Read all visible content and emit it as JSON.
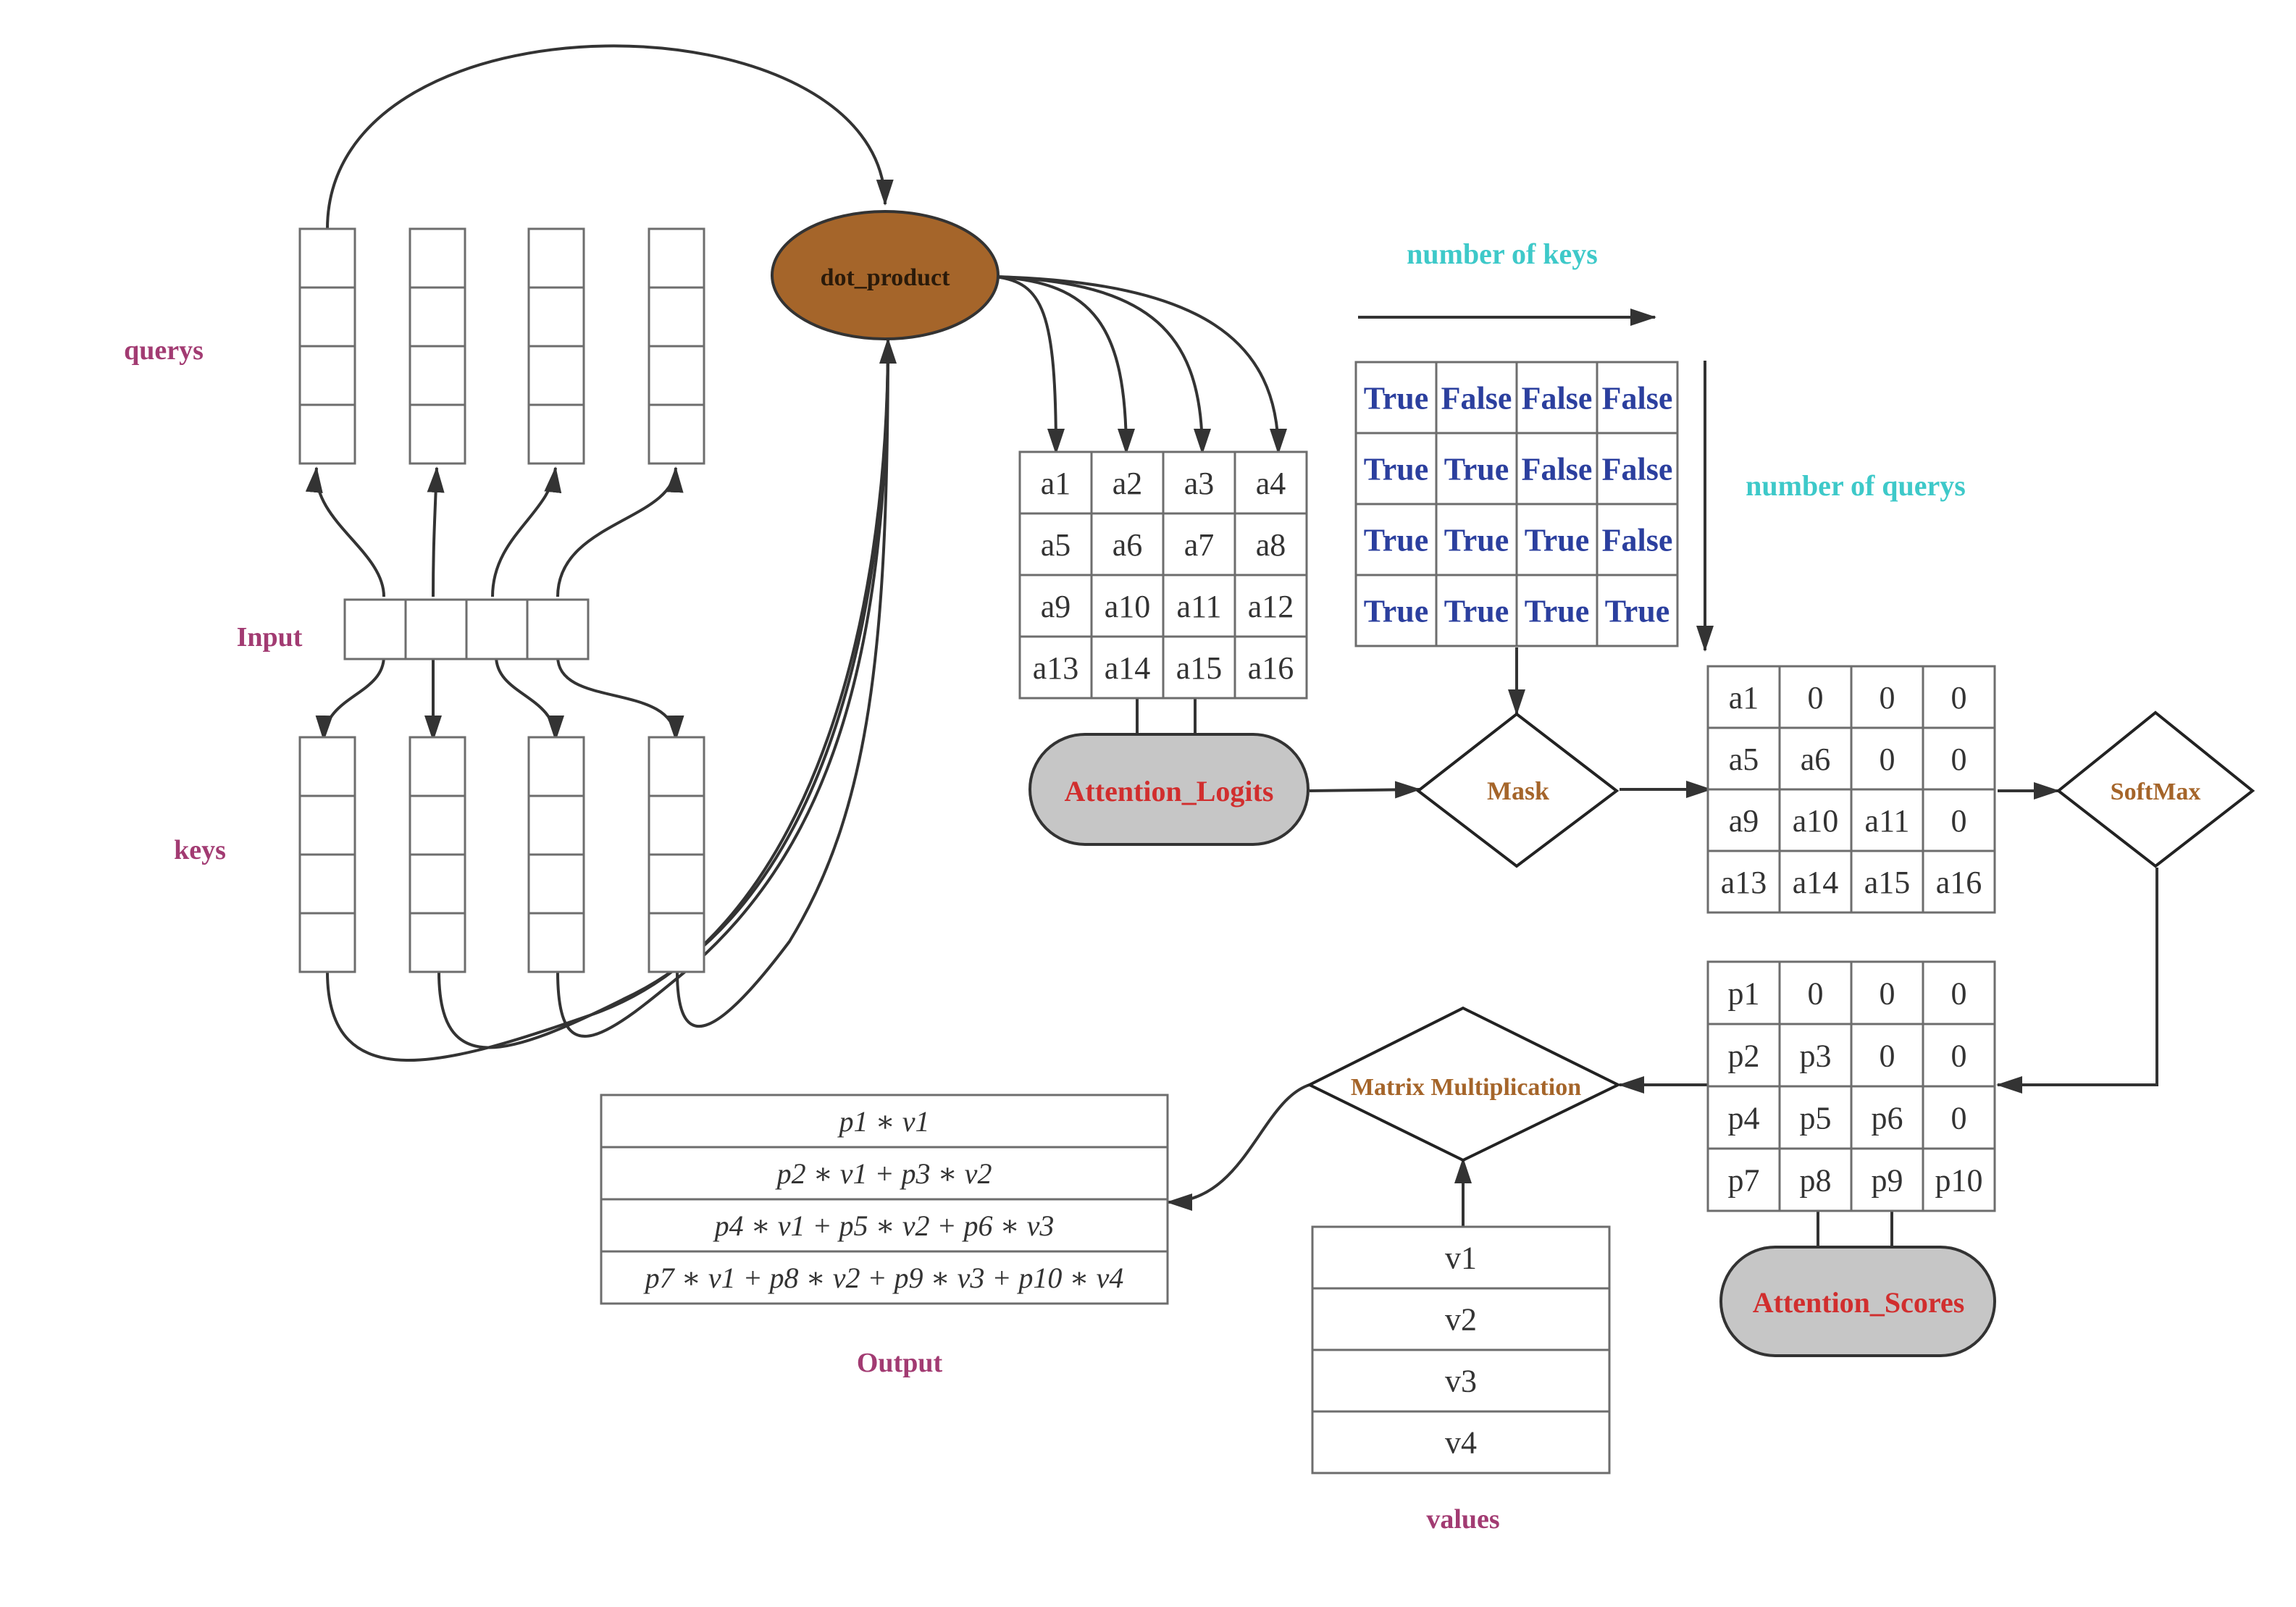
{
  "labels": {
    "querys": "querys",
    "input": "Input",
    "keys": "keys",
    "number_of_keys": "number of keys",
    "number_of_querys": "number of querys",
    "output": "Output",
    "values": "values"
  },
  "nodes": {
    "dot_product": "dot_product",
    "attention_logits": "Attention_Logits",
    "mask": "Mask",
    "softmax": "SoftMax",
    "matrix_multiplication": "Matrix Multiplication",
    "attention_scores": "Attention_Scores"
  },
  "logits": [
    [
      "a1",
      "a2",
      "a3",
      "a4"
    ],
    [
      "a5",
      "a6",
      "a7",
      "a8"
    ],
    [
      "a9",
      "a10",
      "a11",
      "a12"
    ],
    [
      "a13",
      "a14",
      "a15",
      "a16"
    ]
  ],
  "mask_matrix": [
    [
      "True",
      "False",
      "False",
      "False"
    ],
    [
      "True",
      "True",
      "False",
      "False"
    ],
    [
      "True",
      "True",
      "True",
      "False"
    ],
    [
      "True",
      "True",
      "True",
      "True"
    ]
  ],
  "masked_logits": [
    [
      "a1",
      "0",
      "0",
      "0"
    ],
    [
      "a5",
      "a6",
      "0",
      "0"
    ],
    [
      "a9",
      "a10",
      "a11",
      "0"
    ],
    [
      "a13",
      "a14",
      "a15",
      "a16"
    ]
  ],
  "scores": [
    [
      "p1",
      "0",
      "0",
      "0"
    ],
    [
      "p2",
      "p3",
      "0",
      "0"
    ],
    [
      "p4",
      "p5",
      "p6",
      "0"
    ],
    [
      "p7",
      "p8",
      "p9",
      "p10"
    ]
  ],
  "value_rows": [
    "v1",
    "v2",
    "v3",
    "v4"
  ],
  "output_rows": [
    "p1 ∗ v1",
    "p2 ∗ v1 + p3 ∗ v2",
    "p4 ∗ v1 + p5 ∗ v2 + p6 ∗ v3",
    "p7 ∗ v1 + p8 ∗ v2 + p9 ∗ v3 + p10 ∗ v4"
  ],
  "colors": {
    "label_purple": "#a23b72",
    "label_cyan": "#3ec9c9",
    "true_false_blue": "#2b3f9e",
    "node_red": "#d12e2e",
    "node_brown_text": "#a5652a",
    "dot_product_fill": "#a5652a",
    "pill_fill": "#c6c6c6",
    "line": "#333333",
    "grid": "#6d6d6d"
  }
}
